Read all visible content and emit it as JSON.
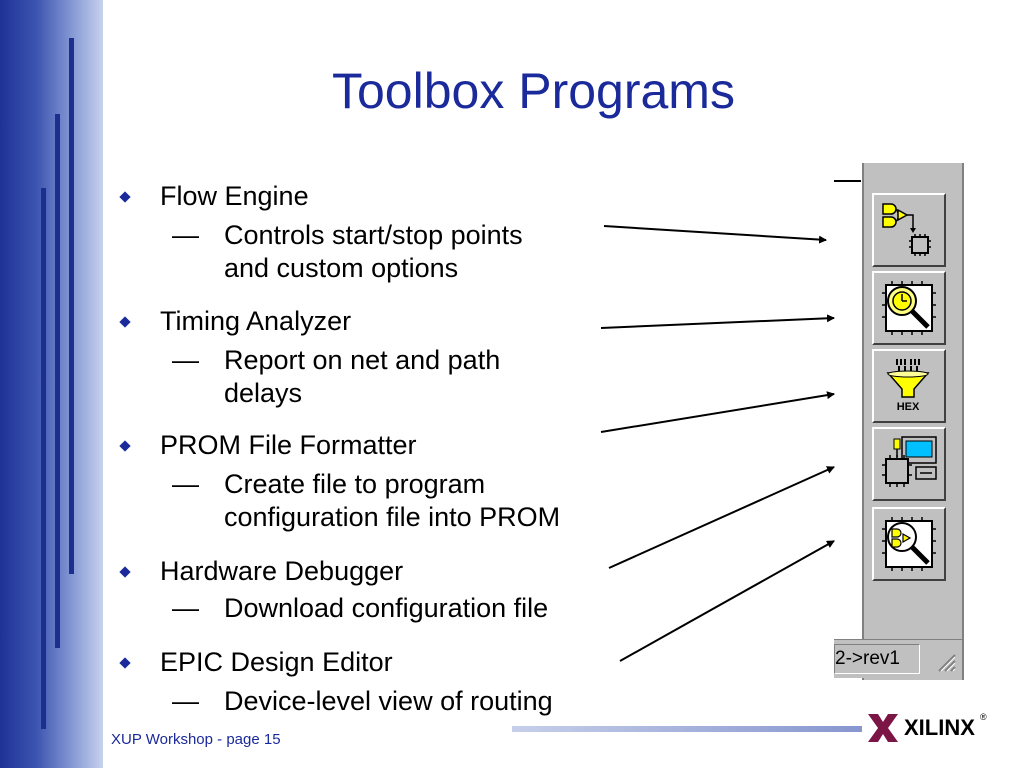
{
  "slide": {
    "title": "Toolbox Programs",
    "footer": "XUP Workshop - page 15"
  },
  "bullets": [
    {
      "label": "Flow Engine",
      "sub_lines": [
        "Controls start/stop points",
        "and custom options"
      ]
    },
    {
      "label": "Timing Analyzer",
      "sub_lines": [
        "Report on net and path",
        "delays"
      ]
    },
    {
      "label": "PROM File Formatter",
      "sub_lines": [
        "Create file to program",
        "configuration file into PROM"
      ]
    },
    {
      "label": "Hardware Debugger",
      "sub_lines": [
        "Download configuration file"
      ]
    },
    {
      "label": "EPIC Design Editor",
      "sub_lines": [
        "Device-level view of routing"
      ]
    }
  ],
  "dash_glyph": "—",
  "toolbox": {
    "buttons": [
      {
        "icon": "flow-engine-icon"
      },
      {
        "icon": "timing-analyzer-icon"
      },
      {
        "icon": "prom-file-formatter-icon",
        "label": "HEX"
      },
      {
        "icon": "hardware-debugger-icon"
      },
      {
        "icon": "epic-design-editor-icon"
      }
    ],
    "status_text": "2->rev1"
  },
  "logo": {
    "text": "XILINX",
    "mark": "®"
  },
  "colors": {
    "title": "#1b2a9b",
    "bullet": "#1b2a9b",
    "band_dark": "#1e3296"
  }
}
